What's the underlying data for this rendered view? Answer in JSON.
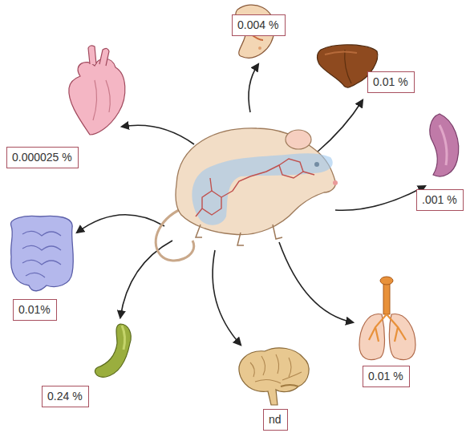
{
  "diagram": {
    "nodes": [
      {
        "text": [
          "0.004 %"
        ]
      },
      {
        "text": [
          "0.01 %"
        ]
      },
      {
        "text": [
          "0.000025 %"
        ]
      },
      {
        "text": [
          ".001 %"
        ]
      },
      {
        "text": [
          "0.01%"
        ]
      },
      {
        "text": [
          "0.01 %"
        ]
      },
      {
        "text": [
          "0.24 %"
        ]
      },
      {
        "text": [
          "nd"
        ]
      }
    ]
  }
}
